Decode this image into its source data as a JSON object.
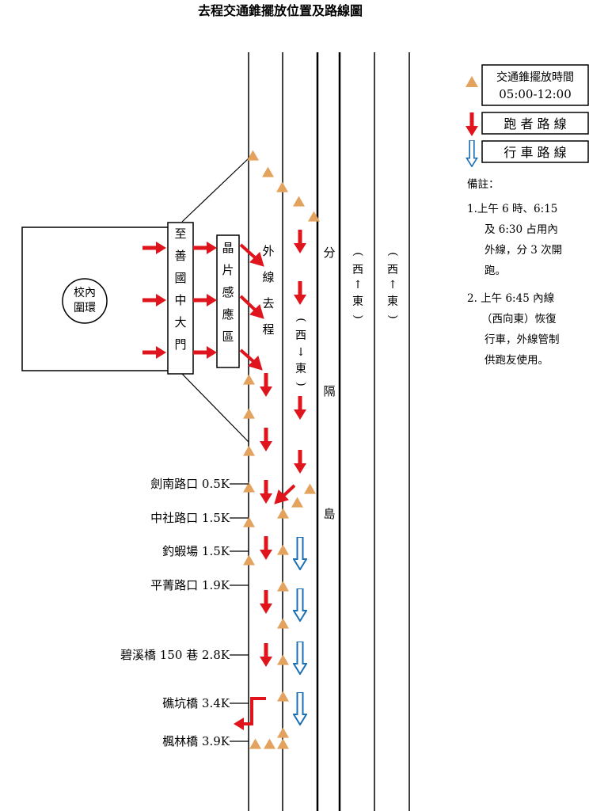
{
  "title": "去程交通錐擺放位置及路線圖",
  "legend": {
    "cone_time_label": "交通錐擺放時間",
    "cone_time_value": "05:00-12:00",
    "runner_route": "跑 者 路 線",
    "vehicle_route": "行 車 路 線"
  },
  "notes": {
    "heading": "備註：",
    "items": [
      [
        "1.上午 6 時、6:15",
        "及 6:30 占用內",
        "外線，分 3 次開",
        "跑。"
      ],
      [
        "2. 上午 6:45 內線",
        "（西向東）恢復",
        "行車，外線管制",
        "供跑友使用。"
      ]
    ]
  },
  "campus": {
    "loop": [
      "校內",
      "圍環"
    ]
  },
  "gate_label": [
    "至",
    "善",
    "國",
    "中",
    "大",
    "門"
  ],
  "chip_label": [
    "晶",
    "片",
    "感",
    "應",
    "區"
  ],
  "outer_lane": [
    "外",
    "線",
    "去",
    "程"
  ],
  "inner_lane": [
    "(",
    "西",
    "↓",
    "東",
    ")"
  ],
  "median": [
    "分",
    "隔",
    "島"
  ],
  "lane_dir": [
    "(",
    "西",
    "↑",
    "東",
    ")"
  ],
  "checkpoints": [
    "劍南路口 0.5K",
    "中社路口 1.5K",
    "釣蝦場 1.5K",
    "平菁路口 1.9K",
    "碧溪橋 150 巷 2.8K",
    "礁坑橋 3.4K",
    "楓林橋 3.9K"
  ],
  "colors": {
    "cone": "#e3a35f",
    "runner": "#e0141c",
    "vehicle": "#1a6fb5"
  }
}
